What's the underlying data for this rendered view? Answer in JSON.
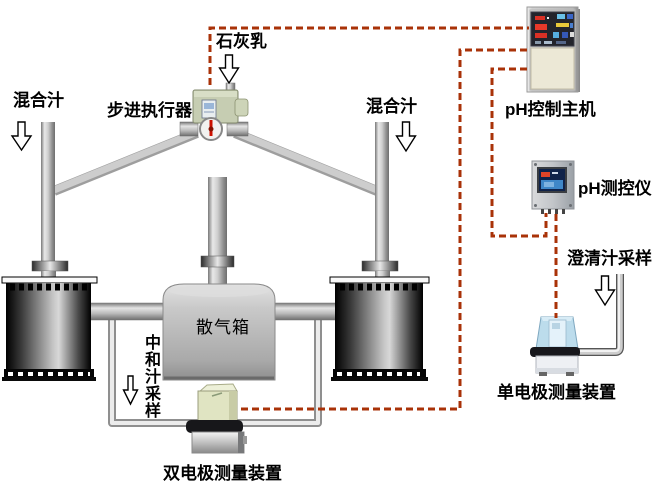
{
  "labels": {
    "lime_milk": "石灰乳",
    "mixed_juice_left": "混合汁",
    "mixed_juice_right": "混合汁",
    "stepper_actuator": "步进执行器",
    "ph_control_host": "pH控制主机",
    "ph_controller": "pH测控仪",
    "clarified_juice_sampling": "澄清汁采样",
    "gas_release_box": "散气箱",
    "neutralized_juice_sampling": "中和汁采样",
    "dual_electrode_device": "双电极测量装置",
    "single_electrode_device": "单电极测量装置"
  },
  "colors": {
    "signal_line": "#a93208",
    "pipe_gray": "#c2c2c2",
    "actuator_green": "#c6cdb2",
    "dual_electrode_green": "#e0e4c2",
    "single_electrode_blue": "#bcdcec",
    "cabinet_panel_dark": "#23242c",
    "cabinet_panel_cream": "#ece8d6",
    "background": "#ffffff"
  }
}
